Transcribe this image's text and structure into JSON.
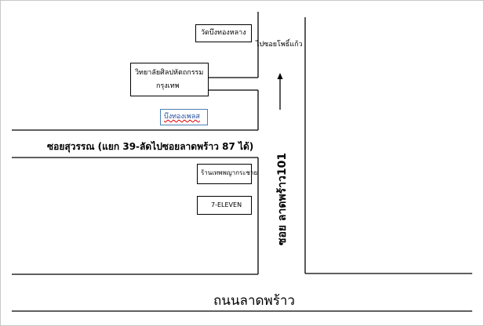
{
  "places": {
    "temple": "วัดบึงทองหลาง",
    "college_line1": "วิทยาลัยศิลปหัตถกรรม",
    "college_line2": "กรุงเทพ",
    "bueng_thong_place": "บึงทองเพลส",
    "ban_thep": "ร้านเทพพญากระชาย",
    "seven_eleven": "7-ELEVEN"
  },
  "roads": {
    "to_soi_pho": "ไปซอยโพธิ์แก้ว",
    "soi_suwan": "ซอยสุวรรณ (แยก 39-ลัดไปซอยลาดพร้าว 87 ได้)",
    "soi_ladprao_101": "ซอย ลาดพร้าว101",
    "ladprao_road": "ถนนลาดพร้าว"
  },
  "colors": {
    "line": "#000000",
    "highlight_border": "#4a7fb5",
    "highlight_text": "#1f4e9c",
    "spellcheck": "#e00000"
  },
  "icons": {
    "direction_arrow": "arrow-up-icon"
  }
}
